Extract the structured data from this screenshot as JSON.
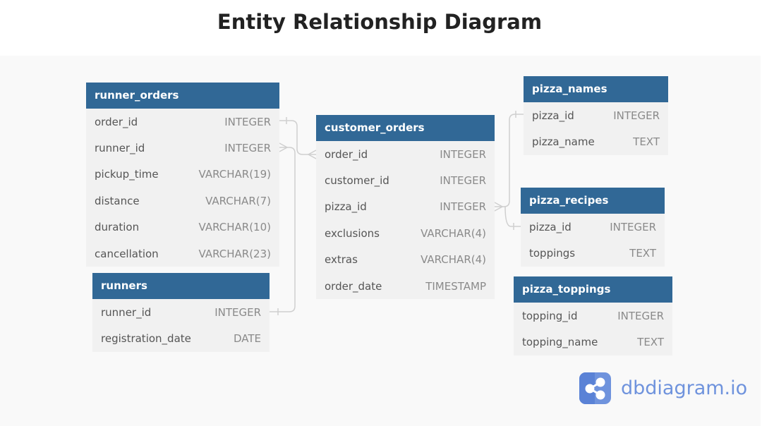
{
  "header": {
    "title": "Entity Relationship Diagram"
  },
  "tables": {
    "runner_orders": {
      "name": "runner_orders",
      "fields": [
        {
          "name": "order_id",
          "type": "INTEGER"
        },
        {
          "name": "runner_id",
          "type": "INTEGER"
        },
        {
          "name": "pickup_time",
          "type": "VARCHAR(19)"
        },
        {
          "name": "distance",
          "type": "VARCHAR(7)"
        },
        {
          "name": "duration",
          "type": "VARCHAR(10)"
        },
        {
          "name": "cancellation",
          "type": "VARCHAR(23)"
        }
      ]
    },
    "runners": {
      "name": "runners",
      "fields": [
        {
          "name": "runner_id",
          "type": "INTEGER"
        },
        {
          "name": "registration_date",
          "type": "DATE"
        }
      ]
    },
    "customer_orders": {
      "name": "customer_orders",
      "fields": [
        {
          "name": "order_id",
          "type": "INTEGER"
        },
        {
          "name": "customer_id",
          "type": "INTEGER"
        },
        {
          "name": "pizza_id",
          "type": "INTEGER"
        },
        {
          "name": "exclusions",
          "type": "VARCHAR(4)"
        },
        {
          "name": "extras",
          "type": "VARCHAR(4)"
        },
        {
          "name": "order_date",
          "type": "TIMESTAMP"
        }
      ]
    },
    "pizza_names": {
      "name": "pizza_names",
      "fields": [
        {
          "name": "pizza_id",
          "type": "INTEGER"
        },
        {
          "name": "pizza_name",
          "type": "TEXT"
        }
      ]
    },
    "pizza_recipes": {
      "name": "pizza_recipes",
      "fields": [
        {
          "name": "pizza_id",
          "type": "INTEGER"
        },
        {
          "name": "toppings",
          "type": "TEXT"
        }
      ]
    },
    "pizza_toppings": {
      "name": "pizza_toppings",
      "fields": [
        {
          "name": "topping_id",
          "type": "INTEGER"
        },
        {
          "name": "topping_name",
          "type": "TEXT"
        }
      ]
    }
  },
  "brand": {
    "name": "dbdiagram.io",
    "color": "#6f93dd"
  },
  "colors": {
    "header": "#316896",
    "body": "#f1f1f1",
    "canvas": "#f9f9f9",
    "connector": "#cfcfcf"
  }
}
